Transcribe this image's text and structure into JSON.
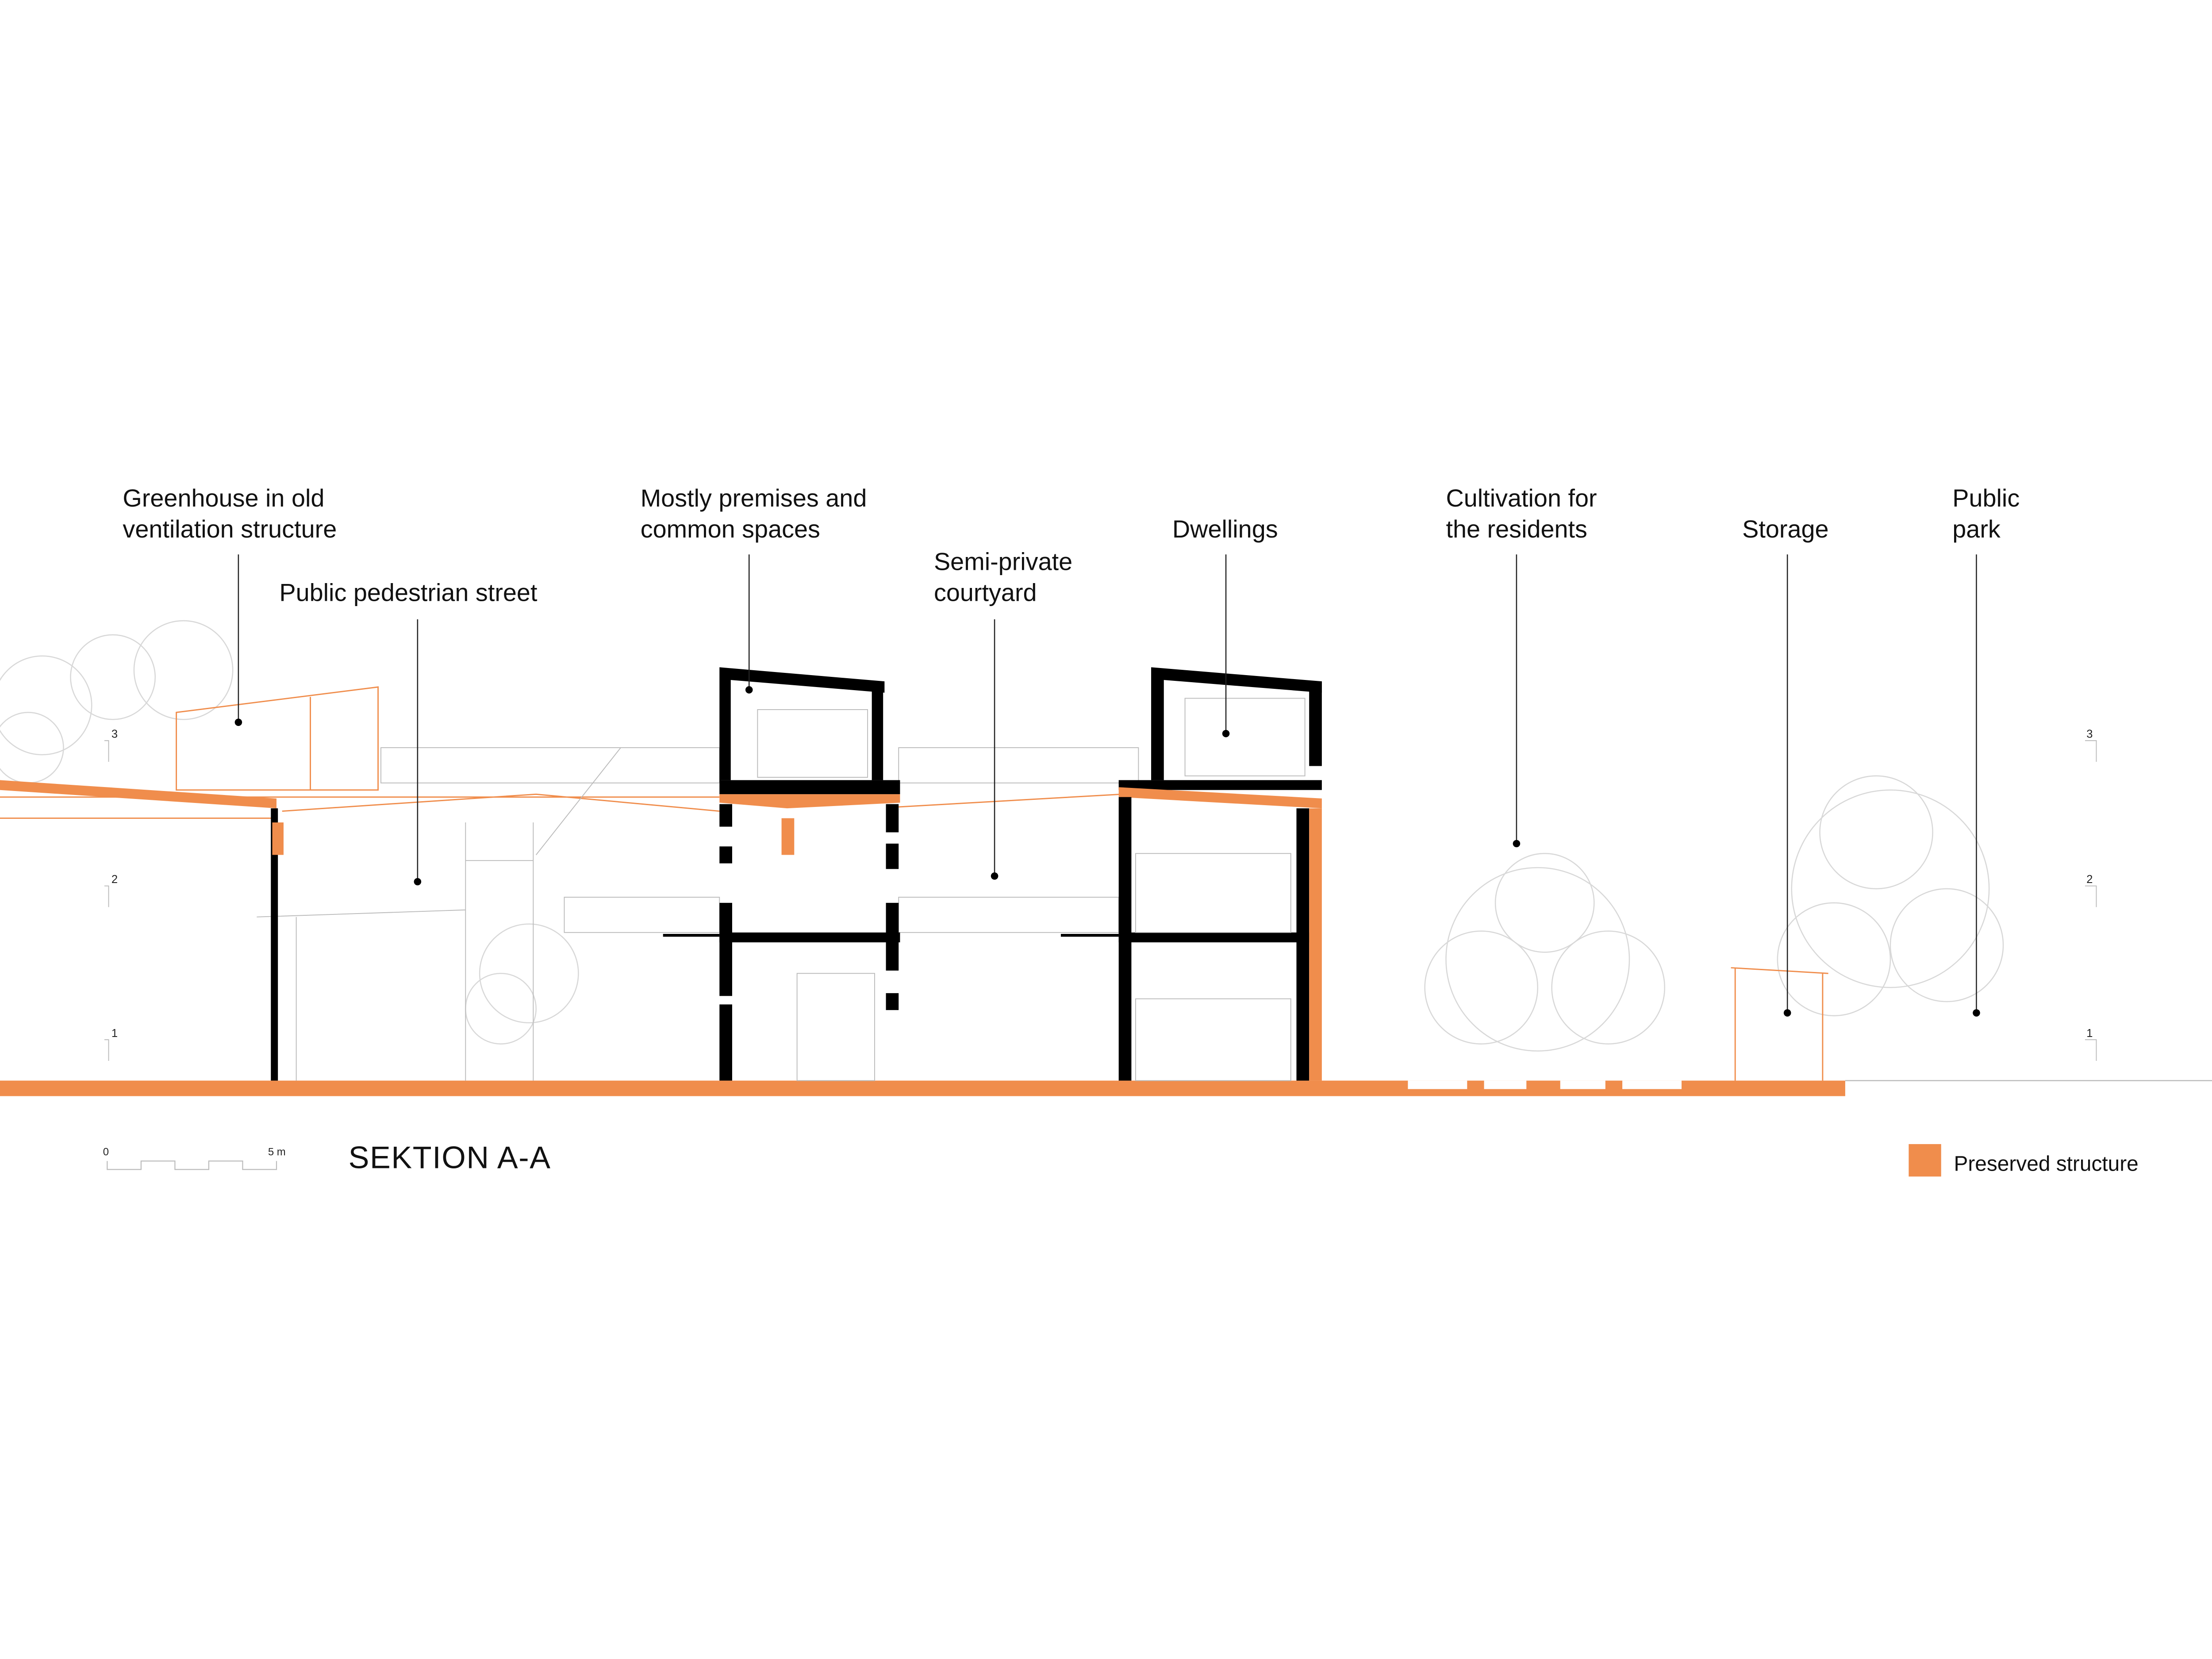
{
  "title": "SEKTION A-A",
  "scale_bar": {
    "start": "0",
    "end": "5 m"
  },
  "legend": {
    "label": "Preserved structure",
    "color": "#F08D4C"
  },
  "colors": {
    "preserved": "#F08D4C",
    "structure": "#000000",
    "context": "#d0d0d0"
  },
  "levels": [
    "1",
    "2",
    "3"
  ],
  "labels": {
    "greenhouse": [
      "Greenhouse in old",
      "ventilation structure"
    ],
    "street": [
      "Public pedestrian street"
    ],
    "premises": [
      "Mostly premises and",
      "common spaces"
    ],
    "courtyard": [
      "Semi-private",
      "courtyard"
    ],
    "dwellings": [
      "Dwellings"
    ],
    "cultivation": [
      "Cultivation for",
      "the residents"
    ],
    "storage": [
      "Storage"
    ],
    "park": [
      "Public",
      "park"
    ]
  }
}
